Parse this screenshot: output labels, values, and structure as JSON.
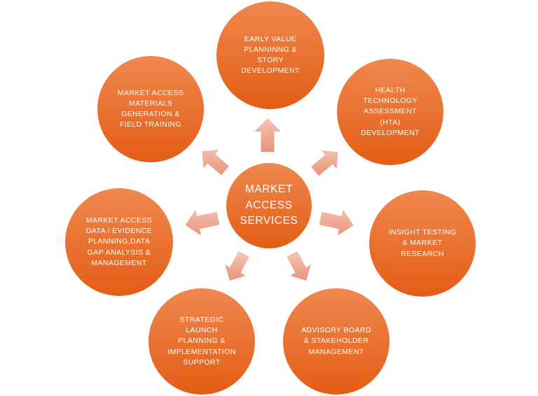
{
  "colors": {
    "circle_gradient_top": "#f0884f",
    "circle_gradient_bottom": "#e35d15",
    "arrow_gradient_light": "#f6c5b4",
    "arrow_gradient_dark": "#e89178",
    "text": "#ffffff",
    "background": "#ffffff"
  },
  "center": {
    "label": "MARKET\nACCESS\nSERVICES"
  },
  "nodes": [
    {
      "id": "early-value",
      "position": "top",
      "label": "EARLY VALUE\nPLANNINNG &\nSTORY\nDEVELOPMENT"
    },
    {
      "id": "hta",
      "position": "top-right",
      "label": "HEALTH\nTECHNOLOGY\nASSESSMENT\n(HTA)\nDEVELOPMENT"
    },
    {
      "id": "insight",
      "position": "right",
      "label": "INSIGHT TESTING\n& MARKET\nRESEARCH"
    },
    {
      "id": "advisory",
      "position": "bottom-right",
      "label": "ADVISORY BOARD\n& STAKEHOLDER\nMANAGEMENT"
    },
    {
      "id": "strategic",
      "position": "bottom-left",
      "label": "STRATEGIC\nLAUNCH\nPLANNING &\nIMPLEMENTATION\nSUPPORT"
    },
    {
      "id": "data-evidence",
      "position": "left",
      "label": "MARKET ACCESS\nDATA / EVIDENCE\nPLANNING,DATA\nGAP ANALYSIS &\nMANAGEMENT"
    },
    {
      "id": "materials",
      "position": "top-left",
      "label": "MARKET ACCESS\nMATERIALS\nGENERATION &\nFIELD TRAINING"
    }
  ],
  "arrows": [
    "arrow-up-icon",
    "arrow-up-right-icon",
    "arrow-right-icon",
    "arrow-down-right-icon",
    "arrow-down-left-icon",
    "arrow-left-icon",
    "arrow-up-left-icon"
  ]
}
